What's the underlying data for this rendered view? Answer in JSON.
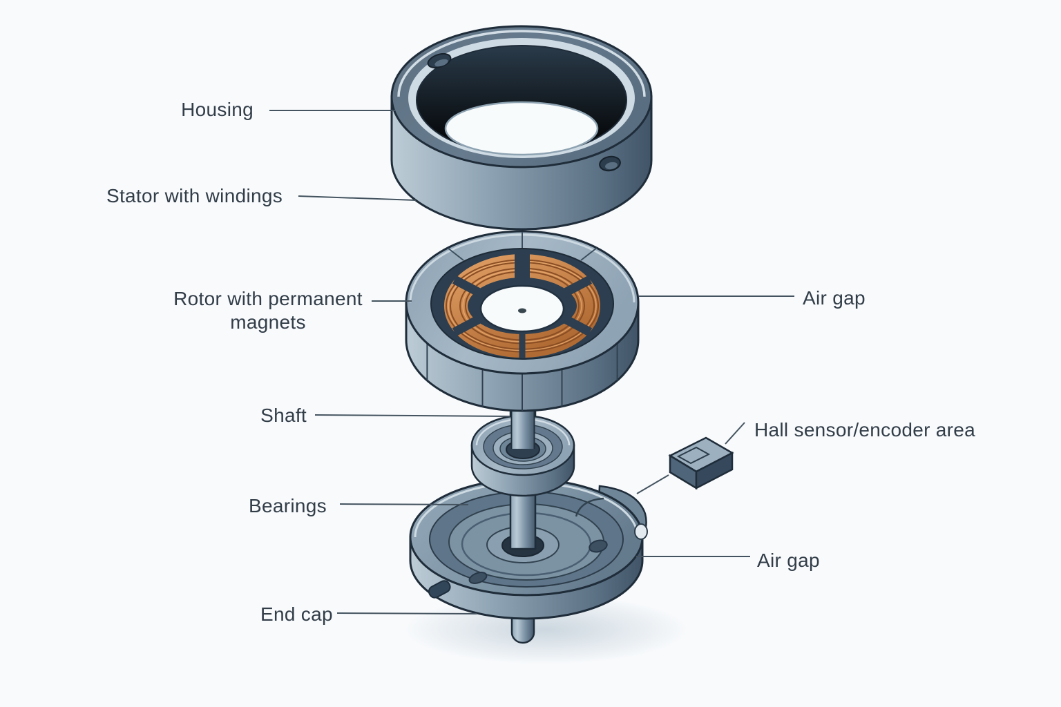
{
  "figure": {
    "background": "#f8fafc",
    "kind": "exploded-view diagram of an electric motor"
  },
  "labels": {
    "housing": "Housing",
    "stator": "Stator with windings",
    "rotor_line1": "Rotor with permanent",
    "rotor_line2": "magnets",
    "air_gap_top": "Air gap",
    "shaft": "Shaft",
    "hall_sensor": "Hall sensor/encoder area",
    "bearings": "Bearings",
    "air_gap_bottom": "Air gap",
    "end_cap": "End cap"
  },
  "colors": {
    "metal_light": "#b9c8d3",
    "metal_mid": "#7e95a8",
    "metal_dark": "#46596d",
    "metal_deep": "#2c3e4f",
    "outline": "#1f2c39",
    "copper": "#c47e4b",
    "copper_dark": "#8a4e24",
    "copper_light": "#e0995e",
    "label_text": "#323d48",
    "leader_line": "#44535f",
    "rim_highlight": "#d3dee6",
    "hole_white": "#f8fbfc"
  }
}
